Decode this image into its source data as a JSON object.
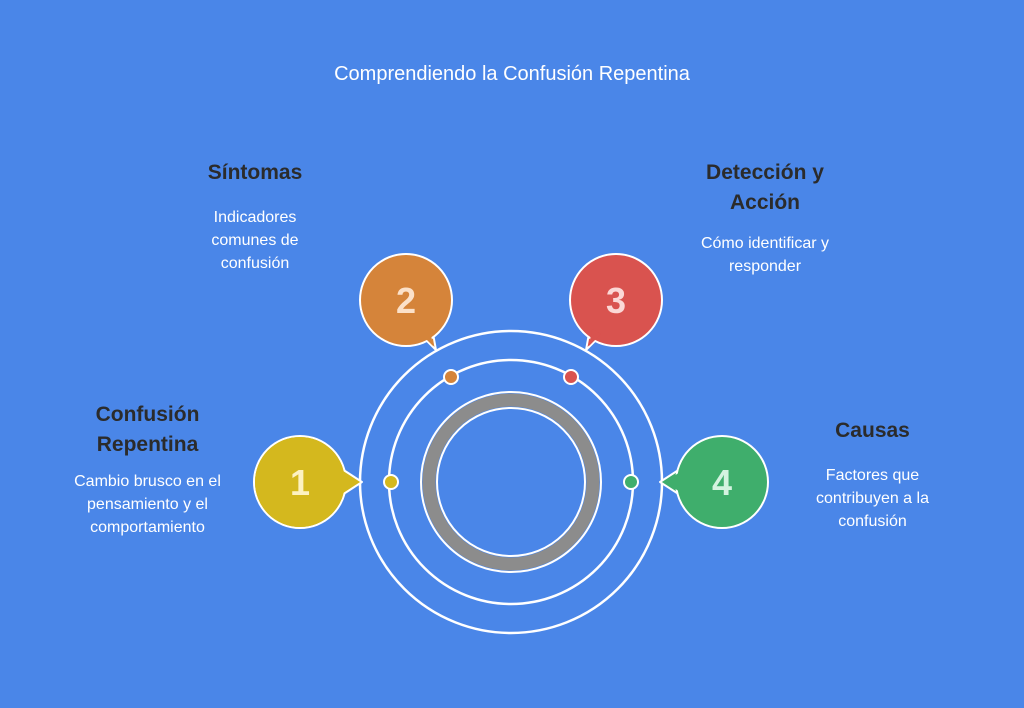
{
  "title": "Comprendiendo la Confusión Repentina",
  "colors": {
    "background": "#4a86e8",
    "ring": "#ffffff",
    "core_ring": "#8c8c8c",
    "heading": "#2b2b2b"
  },
  "steps": [
    {
      "number": "1",
      "heading_lines": [
        "Confusión",
        "Repentina"
      ],
      "desc_lines": [
        "Cambio brusco en el",
        "pensamiento y el",
        "comportamiento"
      ],
      "color": "#d4b81e",
      "icon": "speech-bubble-icon"
    },
    {
      "number": "2",
      "heading_lines": [
        "Síntomas"
      ],
      "desc_lines": [
        "Indicadores",
        "comunes de",
        "confusión"
      ],
      "color": "#d5843a",
      "icon": "speech-bubble-icon"
    },
    {
      "number": "3",
      "heading_lines": [
        "Detección y",
        "Acción"
      ],
      "desc_lines": [
        "Cómo identificar y",
        "responder"
      ],
      "color": "#d9534f",
      "icon": "speech-bubble-icon"
    },
    {
      "number": "4",
      "heading_lines": [
        "Causas"
      ],
      "desc_lines": [
        "Factores que",
        "contribuyen a la",
        "confusión"
      ],
      "color": "#3fae6c",
      "icon": "speech-bubble-icon"
    }
  ]
}
